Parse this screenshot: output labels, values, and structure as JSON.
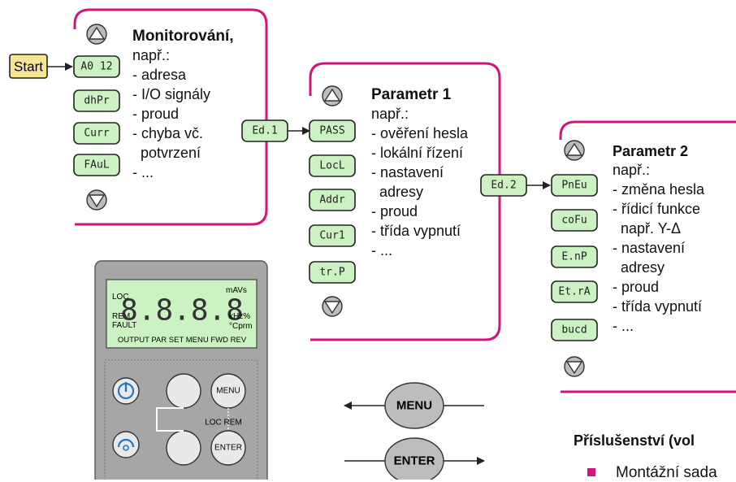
{
  "start": {
    "label": "Start"
  },
  "menus": [
    {
      "title": "Monitorování,",
      "items": [
        "např.:",
        "- adresa",
        "- I/O signály",
        "- proud",
        "- chyba vč.",
        "  potvrzení",
        "- ..."
      ],
      "codes": [
        "A0 12",
        "dhPr",
        "Curr",
        "FAuL"
      ]
    },
    {
      "entry_code": "Ed.1",
      "title": "Parametr 1",
      "items": [
        "např.:",
        "- ověření hesla",
        "- lokální řízení",
        "- nastavení",
        "  adresy",
        "- proud",
        "- třída vypnutí",
        "- ..."
      ],
      "codes": [
        "PASS",
        "LocL",
        "Addr",
        "Cur1",
        "tr.P"
      ]
    },
    {
      "entry_code": "Ed.2",
      "title": "Parametr 2",
      "items": [
        "např.:",
        "- změna hesla",
        "- řídicí funkce",
        "  např. Y-Δ",
        "- nastavení",
        "  adresy",
        "- proud",
        "- třída vypnutí",
        "- ..."
      ],
      "codes": [
        "PnEu",
        "coFu",
        "E.nP",
        "Et.rA",
        "bucd"
      ]
    }
  ],
  "device": {
    "lcd_digits": "8.8.8.8",
    "lcd_loc": "LOC",
    "lcd_rem": "REM",
    "lcd_fault": "FAULT",
    "lcd_units_top": "mAVs",
    "lcd_units_mid": "kHz%",
    "lcd_units_bot": "°Cprm",
    "status_row": "OUTPUT PAR SET MENU FWD REV",
    "btn_menu": "MENU",
    "btn_enter": "ENTER",
    "loc_rem_label": "LOC REM"
  },
  "legend": {
    "menu": "MENU",
    "enter": "ENTER"
  },
  "accessories": {
    "heading": "Příslušenství (vol",
    "item": "Montážní sada"
  },
  "colors": {
    "accent": "#d4147a",
    "lcd": "#ccf2c4",
    "start": "#f7e592",
    "device": "#a6a6a6"
  }
}
